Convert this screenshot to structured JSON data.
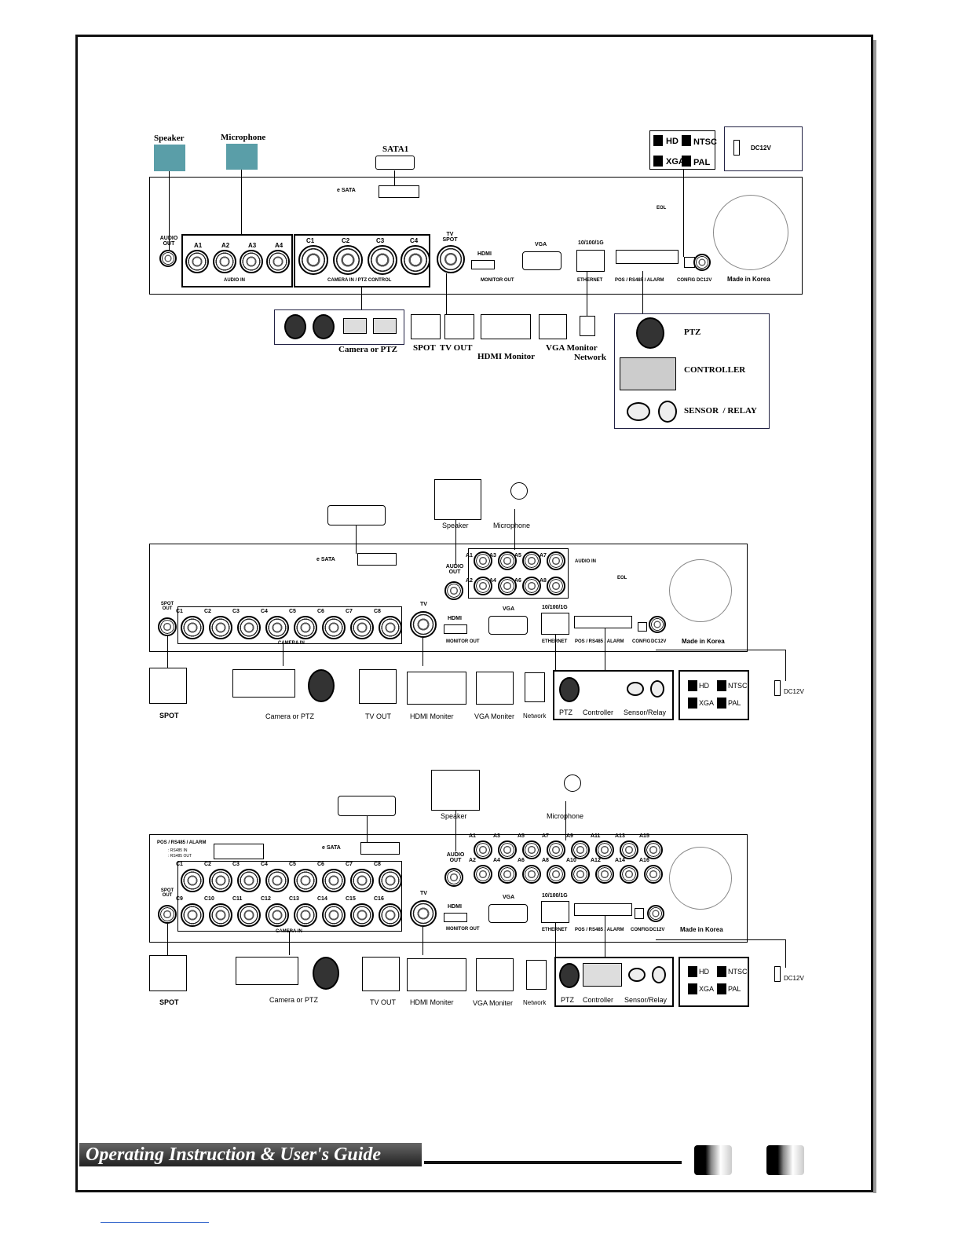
{
  "diagram1": {
    "speaker": "Speaker",
    "microphone": "Microphone",
    "sata": "SATA1",
    "esata": "e SATA",
    "audio_out": "AUDIO OUT",
    "audio_ports": [
      "A1",
      "A2",
      "A3",
      "A4"
    ],
    "audio_in": "AUDIO IN",
    "camera_ports": [
      "C1",
      "C2",
      "C3",
      "C4"
    ],
    "camera_in": "CAMERA IN / PTZ CONTROL",
    "tv_spot": "TV SPOT",
    "hdmi": "HDMI",
    "vga": "VGA",
    "monitor_out": "MONITOR OUT",
    "ethernet_speed": "10/100/1G",
    "ethernet": "ETHERNET",
    "pos": "POS / RS485 / ALARM",
    "eol": "EOL",
    "config": "CONFIG",
    "dc12v": "DC12V",
    "made_in": "Made in Korea",
    "hd": "HD",
    "xga": "XGA",
    "ntsc": "NTSC",
    "pal": "PAL",
    "dc_label": "DC12V",
    "camera_or_ptz": "Camera or PTZ",
    "spot_tv_out": "SPOT  TV OUT",
    "hdmi_monitor": "HDMI Monitor",
    "vga_monitor": "VGA Monitor",
    "network": "Network",
    "ptz": "PTZ",
    "controller": "CONTROLLER",
    "sensor_relay": "SENSOR  / RELAY"
  },
  "diagram2": {
    "speaker": "Speaker",
    "microphone": "Microphone",
    "esata": "e SATA",
    "audio_out": "AUDIO OUT",
    "audio_ports": [
      "A1",
      "A3",
      "A5",
      "A7",
      "A2",
      "A4",
      "A6",
      "A8"
    ],
    "audio_in": "AUDIO IN",
    "spot_out": "SPOT OUT",
    "camera_ports": [
      "C1",
      "C2",
      "C3",
      "C4",
      "C5",
      "C6",
      "C7",
      "C8"
    ],
    "camera_in": "CAMERA IN",
    "tv": "TV",
    "hdmi": "HDMI",
    "vga": "VGA",
    "monitor_out": "MONITOR OUT",
    "ethernet_speed": "10/100/1G",
    "ethernet": "ETHERNET",
    "pos": "POS / RS485 / ALARM",
    "eol": "EOL",
    "config": "CONFIG",
    "dc12v": "DC12V",
    "made_in": "Made in Korea",
    "spot": "SPOT",
    "camera_or_ptz": "Camera or PTZ",
    "tv_out": "TV OUT",
    "hdmi_monitor": "HDMI Moniter",
    "vga_monitor": "VGA Moniter",
    "network": "Network",
    "ptz": "PTZ",
    "controller": "Controller",
    "sensor_relay": "Sensor/Relay",
    "hd": "HD",
    "xga": "XGA",
    "ntsc": "NTSC",
    "pal": "PAL",
    "dc_label": "DC12V"
  },
  "diagram3": {
    "speaker": "Speaker",
    "microphone": "Microphone",
    "esata": "e SATA",
    "pos_top": "POS / RS485 / ALARM",
    "rs485_in": ": RS485 IN",
    "rs485_out": ": RS485 OUT",
    "audio_out": "AUDIO OUT",
    "audio_ports": [
      "A1",
      "A3",
      "A5",
      "A7",
      "A9",
      "A11",
      "A13",
      "A15",
      "A2",
      "A4",
      "A6",
      "A8",
      "A10",
      "A12",
      "A14",
      "A16"
    ],
    "spot_out": "SPOT OUT",
    "camera_ports": [
      "C1",
      "C2",
      "C3",
      "C4",
      "C5",
      "C6",
      "C7",
      "C8",
      "C9",
      "C10",
      "C11",
      "C12",
      "C13",
      "C14",
      "C15",
      "C16"
    ],
    "camera_in": "CAMERA IN",
    "tv": "TV",
    "hdmi": "HDMI",
    "vga": "VGA",
    "monitor_out": "MONITOR OUT",
    "ethernet_speed": "10/100/1G",
    "ethernet": "ETHERNET",
    "pos": "POS / RS485 / ALARM",
    "config": "CONFIG",
    "dc12v": "DC12V",
    "made_in": "Made in Korea",
    "spot": "SPOT",
    "camera_or_ptz": "Camera or PTZ",
    "tv_out": "TV OUT",
    "hdmi_monitor": "HDMI Moniter",
    "vga_monitor": "VGA Moniter",
    "network": "Network",
    "ptz": "PTZ",
    "controller": "Controller",
    "sensor_relay": "Sensor/Relay",
    "hd": "HD",
    "xga": "XGA",
    "ntsc": "NTSC",
    "pal": "PAL",
    "dc_label": "DC12V"
  },
  "footer": {
    "guide_title": "Operating Instruction & User's Guide"
  }
}
